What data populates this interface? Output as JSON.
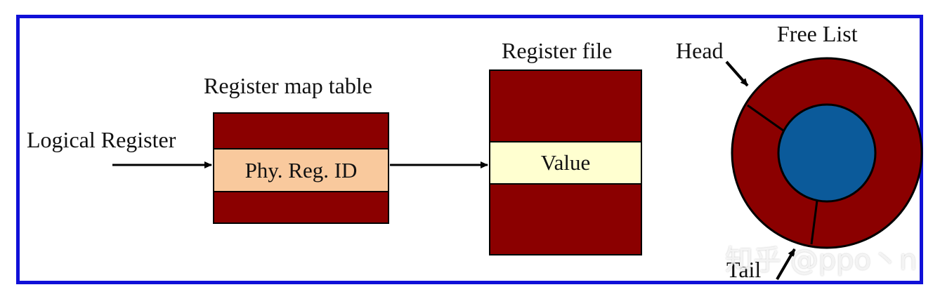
{
  "labels": {
    "logical_register": "Logical Register",
    "register_map_table": "Register map table",
    "phy_reg_id": "Phy. Reg. ID",
    "register_file": "Register file",
    "value": "Value",
    "free_list": "Free List",
    "head": "Head",
    "tail": "Tail"
  },
  "watermark": "知乎 @ppo丶n",
  "colors": {
    "frame": "#1010d8",
    "register_block": "#8b0000",
    "phy_reg_band": "#f9c99d",
    "value_band": "#ffffd0",
    "free_list_inner": "#0b5a9a"
  }
}
